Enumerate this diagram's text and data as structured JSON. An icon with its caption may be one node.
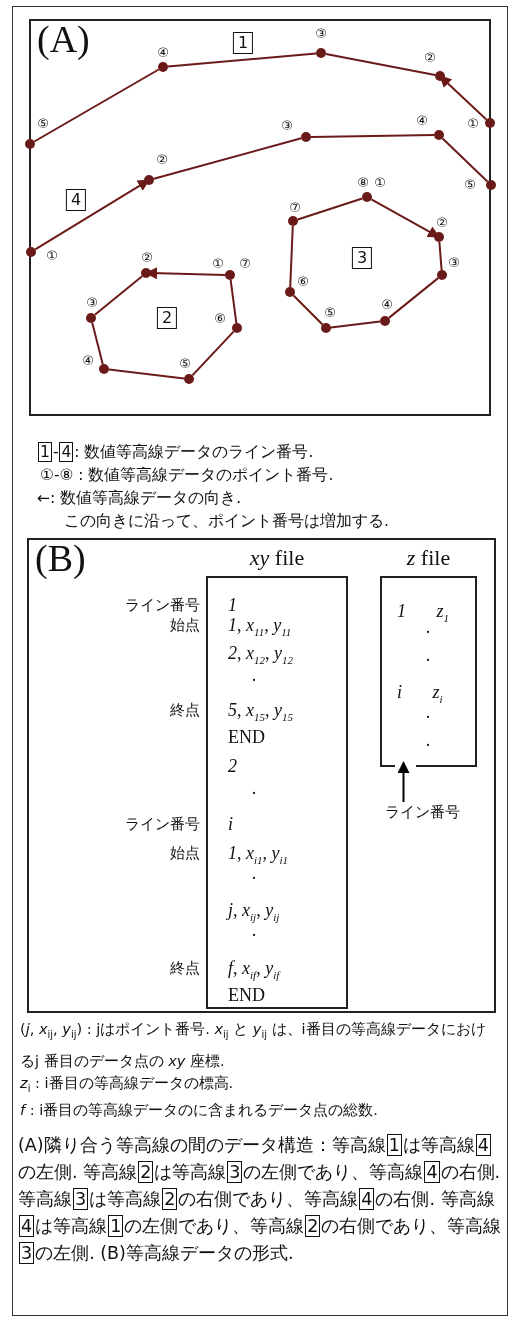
{
  "diagram": {
    "caption": "(A)隣り合う等高線の間のデータ構造：等高線1は等高線4の左側. 等高線2は等高線3の左側であり、等高線4の右側. 等高線3は等高線2の右側であり、等高線4の右側. 等高線4は等高線1の左側であり、等高線2の右側であり、等高線3の左側. (B)等高線データの形式.",
    "nodes": [
      {
        "text": [
          "(A)"
        ]
      },
      {
        "text": [
          "1"
        ],
        "in": 0
      },
      {
        "text": [],
        "shape": "circle",
        "beside": [
          "①"
        ],
        "in": 0
      },
      {
        "text": [],
        "shape": "circle",
        "beside": [
          "②"
        ],
        "in": 0
      },
      {
        "text": [],
        "shape": "circle",
        "beside": [
          "③"
        ],
        "in": 0
      },
      {
        "text": [],
        "shape": "circle",
        "beside": [
          "④"
        ],
        "in": 0
      },
      {
        "text": [],
        "shape": "circle",
        "beside": [
          "⑤"
        ],
        "in": 0
      },
      {
        "text": [],
        "shape": "circle",
        "beside": [
          "①"
        ],
        "in": 0
      },
      {
        "text": [],
        "shape": "circle",
        "beside": [
          "②"
        ],
        "in": 0
      },
      {
        "text": [],
        "shape": "circle",
        "beside": [
          "③"
        ],
        "in": 0
      },
      {
        "text": [],
        "shape": "circle",
        "beside": [
          "④"
        ],
        "in": 0
      },
      {
        "text": [],
        "shape": "circle",
        "beside": [
          "⑤"
        ],
        "in": 0
      },
      {
        "text": [
          "4"
        ],
        "in": 0
      },
      {
        "text": [],
        "shape": "circle",
        "beside": [
          "①",
          "⑦"
        ],
        "in": 0
      },
      {
        "text": [],
        "shape": "circle",
        "beside": [
          "②"
        ],
        "in": 0
      },
      {
        "text": [],
        "shape": "circle",
        "beside": [
          "③"
        ],
        "in": 0
      },
      {
        "text": [],
        "shape": "circle",
        "beside": [
          "④"
        ],
        "in": 0
      },
      {
        "text": [],
        "shape": "circle",
        "beside": [
          "⑤"
        ],
        "in": 0
      },
      {
        "text": [],
        "shape": "circle",
        "beside": [
          "⑥"
        ],
        "in": 0
      },
      {
        "text": [
          "2"
        ],
        "in": 0
      },
      {
        "text": [],
        "shape": "circle",
        "beside": [
          "⑧",
          "①"
        ],
        "in": 0
      },
      {
        "text": [],
        "shape": "circle",
        "beside": [
          "②"
        ],
        "in": 0
      },
      {
        "text": [],
        "shape": "circle",
        "beside": [
          "③"
        ],
        "in": 0
      },
      {
        "text": [],
        "shape": "circle",
        "beside": [
          "④"
        ],
        "in": 0
      },
      {
        "text": [],
        "shape": "circle",
        "beside": [
          "⑤"
        ],
        "in": 0
      },
      {
        "text": [],
        "shape": "circle",
        "beside": [
          "⑥"
        ],
        "in": 0
      },
      {
        "text": [],
        "shape": "circle",
        "beside": [
          "⑦"
        ],
        "in": 0
      },
      {
        "text": [
          "3"
        ],
        "in": 0
      },
      {
        "text": [
          "(B)"
        ]
      },
      {
        "text": [
          "*xy* file",
          "*1*",
          "*1*, *x*$_{11}$, *y*$_{11}$",
          "*2*, *x*$_{12}$, *y*$_{12}$",
          "·",
          "*5*, *x*$_{15}$, *y*$_{15}$",
          "END",
          "*2*",
          "·",
          "*i*",
          "*1*, *x*$_{i1}$, *y*$_{i1}$",
          "·",
          "*j*, *x*$_{ij}$, *y*$_{ij}$",
          "·",
          "*f*, *x*$_{if}$, *y*$_{if}$",
          "END"
        ],
        "beside": [
          "ライン番号",
          "始点",
          "終点",
          "ライン番号",
          "始点",
          "終点"
        ],
        "in": 28
      },
      {
        "text": [
          "*z* file",
          "*1* *z*$_{1}$",
          "·",
          "·",
          "*i* *z*$_{i}$",
          "·",
          "·"
        ],
        "in": 28
      },
      {
        "text": [
          "ライン番号"
        ],
        "in": 28
      }
    ],
    "edges": [
      {
        "from": 2,
        "to": 3,
        "arrow": "to"
      },
      {
        "from": 3,
        "to": 4,
        "arrow": "none"
      },
      {
        "from": 4,
        "to": 5,
        "arrow": "none"
      },
      {
        "from": 5,
        "to": 6,
        "arrow": "none"
      },
      {
        "from": 7,
        "to": 8,
        "arrow": "to"
      },
      {
        "from": 8,
        "to": 9,
        "arrow": "none"
      },
      {
        "from": 9,
        "to": 10,
        "arrow": "none"
      },
      {
        "from": 10,
        "to": 11,
        "arrow": "none"
      },
      {
        "from": 13,
        "to": 14,
        "arrow": "to"
      },
      {
        "from": 14,
        "to": 15,
        "arrow": "none"
      },
      {
        "from": 15,
        "to": 16,
        "arrow": "none"
      },
      {
        "from": 16,
        "to": 17,
        "arrow": "none"
      },
      {
        "from": 17,
        "to": 18,
        "arrow": "none"
      },
      {
        "from": 18,
        "to": 13,
        "arrow": "none"
      },
      {
        "from": 20,
        "to": 21,
        "arrow": "to"
      },
      {
        "from": 21,
        "to": 22,
        "arrow": "none"
      },
      {
        "from": 22,
        "to": 23,
        "arrow": "none"
      },
      {
        "from": 23,
        "to": 24,
        "arrow": "none"
      },
      {
        "from": 24,
        "to": 25,
        "arrow": "none"
      },
      {
        "from": 25,
        "to": 26,
        "arrow": "none"
      },
      {
        "from": 26,
        "to": 20,
        "arrow": "none"
      },
      {
        "from": 31,
        "to": 30,
        "arrow": "to",
        "color": "#000000"
      }
    ],
    "labels": [
      "1-4: 数値等高線データのライン番号.",
      "①-⑧ : 数値等高線データのポイント番号.",
      "←: 数値等高線データの向き.",
      "この向きに沿って、ポイント番号は増加する.",
      "(*j*, *x*$_{ij}$, *y*$_{ij}$) : jはポイント番号. *x*$_{ij}$ と *y*$_{ij}$ は、i番目の等高線データにおけるj 番目のデータ点の *xy* 座標.",
      "*z*$_{i}$ : i番目の等高線データの標高.",
      "*f* : i番目の等高線データのに含まれるデータ点の総数."
    ]
  }
}
